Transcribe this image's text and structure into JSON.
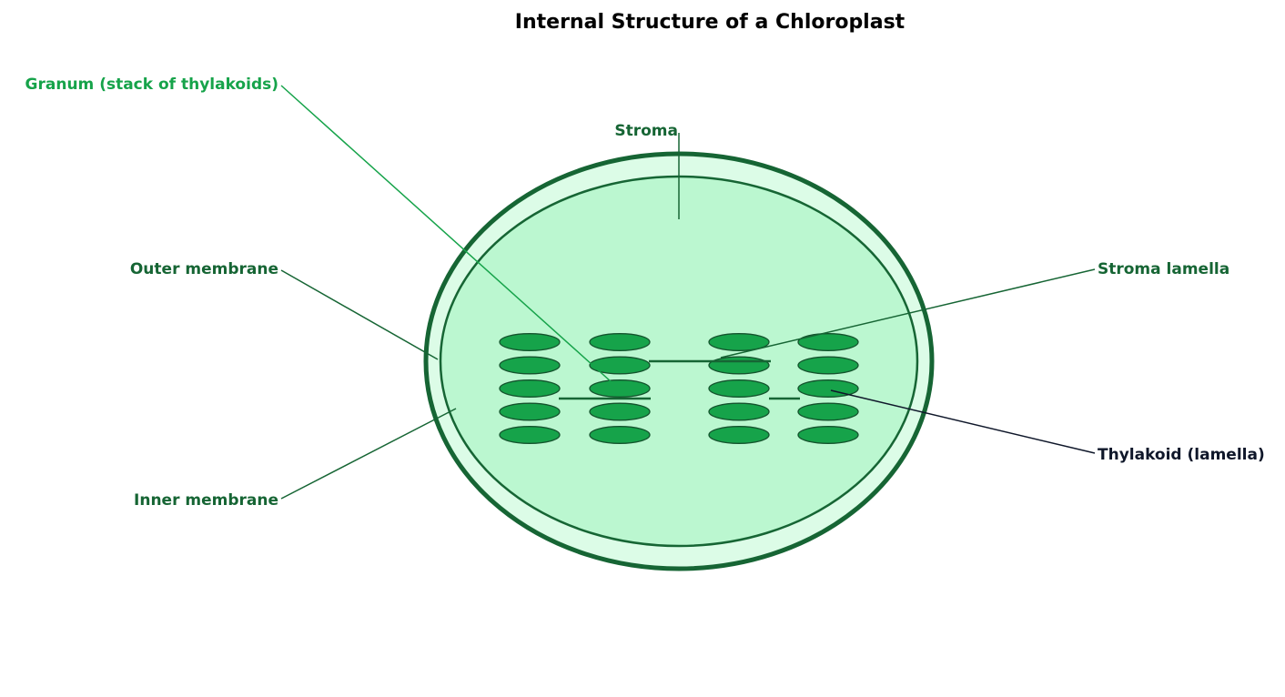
{
  "title": "Internal Structure of a Chloroplast",
  "labels": {
    "granum": "Granum (stack of thylakoids)",
    "stroma": "Stroma",
    "outer_membrane": "Outer membrane",
    "inner_membrane": "Inner membrane",
    "stroma_lamella": "Stroma lamella",
    "thylakoid": "Thylakoid (lamella)"
  },
  "grana": {
    "count": 4,
    "thylakoids_per_granum": 5
  },
  "colors": {
    "outer_membrane": "#166534",
    "intermembrane_fill": "#dcfce7",
    "stroma_fill": "#bbf7d0",
    "thylakoid_fill": "#16a34a",
    "thylakoid_stroke": "#14532d",
    "label_dark_green": "#166534",
    "label_bright_green": "#16a34a",
    "label_navy": "#0f172a"
  }
}
